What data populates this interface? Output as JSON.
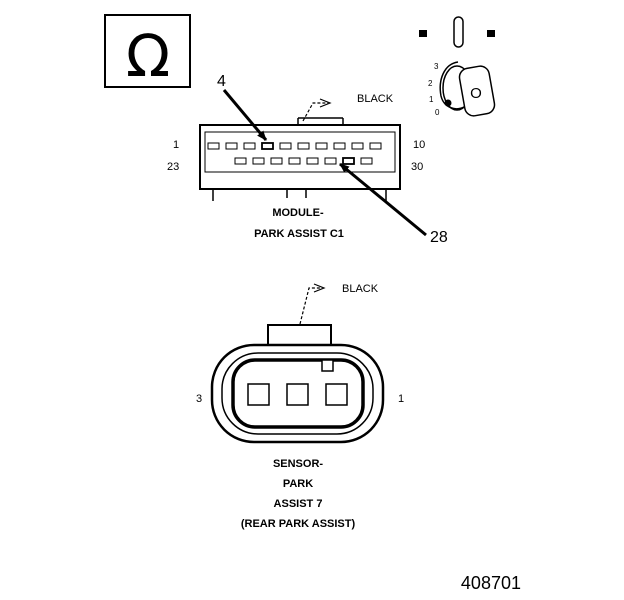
{
  "ohm_symbol": "Ω",
  "key_positions": [
    "3",
    "2",
    "1",
    "0"
  ],
  "key_glyph": "O",
  "module": {
    "wire_color": "BLACK",
    "pin_first_top": "1",
    "pin_last_top": "10",
    "pin_first_bottom": "23",
    "pin_last_bottom": "30",
    "callout_a": "4",
    "callout_b": "28",
    "title_line1": "MODULE-",
    "title_line2": "PARK ASSIST C1"
  },
  "sensor": {
    "wire_color": "BLACK",
    "pin_left": "3",
    "pin_right": "1",
    "title_line1": "SENSOR-",
    "title_line2": "PARK",
    "title_line3": "ASSIST 7",
    "title_line4": "(REAR PARK ASSIST)"
  },
  "figure_number": "408701"
}
